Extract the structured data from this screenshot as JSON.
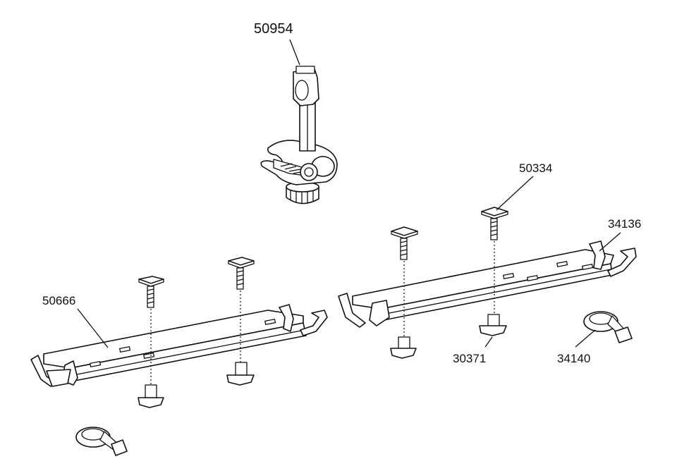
{
  "parts": {
    "p50954": "50954",
    "p50334": "50334",
    "p34136": "34136",
    "p50666": "50666",
    "p30371": "30371",
    "p34140": "34140"
  }
}
